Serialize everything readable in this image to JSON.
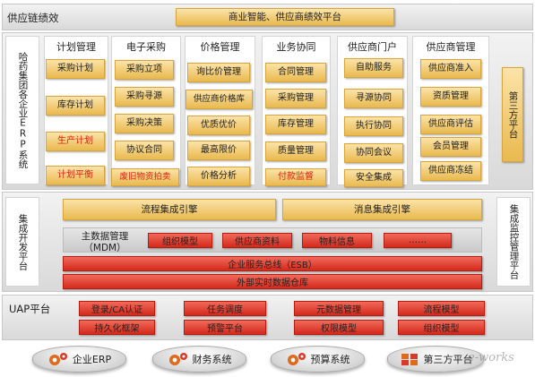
{
  "top": {
    "left_title": "供应链绩效",
    "banner": "商业智能、供应商绩效平台"
  },
  "left_erp": "哈药集团各企业ERP系统",
  "third_party": "第三方平台",
  "columns": [
    {
      "title": "计划管理",
      "items": [
        "采购计划",
        "库存计划",
        "生产计划",
        "计划平衡"
      ]
    },
    {
      "title": "电子采购",
      "items": [
        "采购立项",
        "采购寻源",
        "采购决策",
        "协议合同",
        "废旧物资拍卖"
      ]
    },
    {
      "title": "价格管理",
      "items": [
        "询比价管理",
        "供应商价格库",
        "优质优价",
        "最高限价",
        "价格分析"
      ]
    },
    {
      "title": "业务协同",
      "items": [
        "合同管理",
        "采购管理",
        "库存管理",
        "质量管理",
        "付款监督"
      ]
    },
    {
      "title": "供应商门户",
      "items": [
        "自助服务",
        "寻源协同",
        "执行协同",
        "协同会议",
        "安全集成"
      ]
    },
    {
      "title": "供应商管理",
      "items": [
        "供应商准入",
        "资质管理",
        "供应商评估",
        "会员管理",
        "供应商冻结"
      ]
    }
  ],
  "integration": {
    "left_label": "集成开发平台",
    "right_label": "集成监控管理平台",
    "process_engine": "流程集成引擎",
    "message_engine": "消息集成引擎",
    "mdm_label": "主数据管理（MDM）",
    "mdm_items": [
      "组织模型",
      "供应商资料",
      "物料信息",
      "……"
    ],
    "esb": "企业服务总线（ESB）",
    "realtime_db": "外部实时数据仓库"
  },
  "uap": {
    "label": "UAP平台",
    "items": [
      "登录/CA认证",
      "任务调度",
      "元数据管理",
      "流程模型",
      "持久化框架",
      "预警平台",
      "权限模型",
      "组织模型"
    ]
  },
  "external": [
    "企业ERP",
    "财务系统",
    "预算系统",
    "第三方平台"
  ],
  "watermark": "e-works",
  "colors": {
    "gold": "#f0c060",
    "red": "#d8392b",
    "red_text": "#e02010"
  }
}
